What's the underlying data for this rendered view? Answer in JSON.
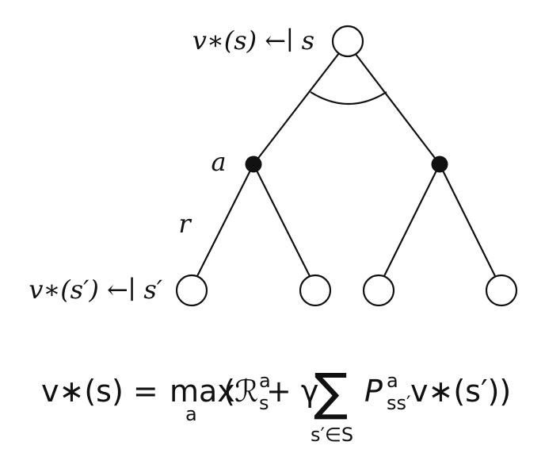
{
  "labels": {
    "root": "v∗(s) ←∣ s",
    "action": "a",
    "reward": "r",
    "leaf": "v∗(s′) ←∣ s′"
  },
  "equation": {
    "lhs": "v∗(s) = ",
    "max": "max",
    "max_sub": "a",
    "open": "(",
    "R": "ℛ",
    "R_sup": "a",
    "R_sub": "s",
    "plus_gamma": " + γ ",
    "sum": "∑",
    "sum_sub": "s′∈S",
    "P": "P",
    "P_sup": "a",
    "P_sub": "ss′",
    "v_term": " v∗(s′))"
  }
}
